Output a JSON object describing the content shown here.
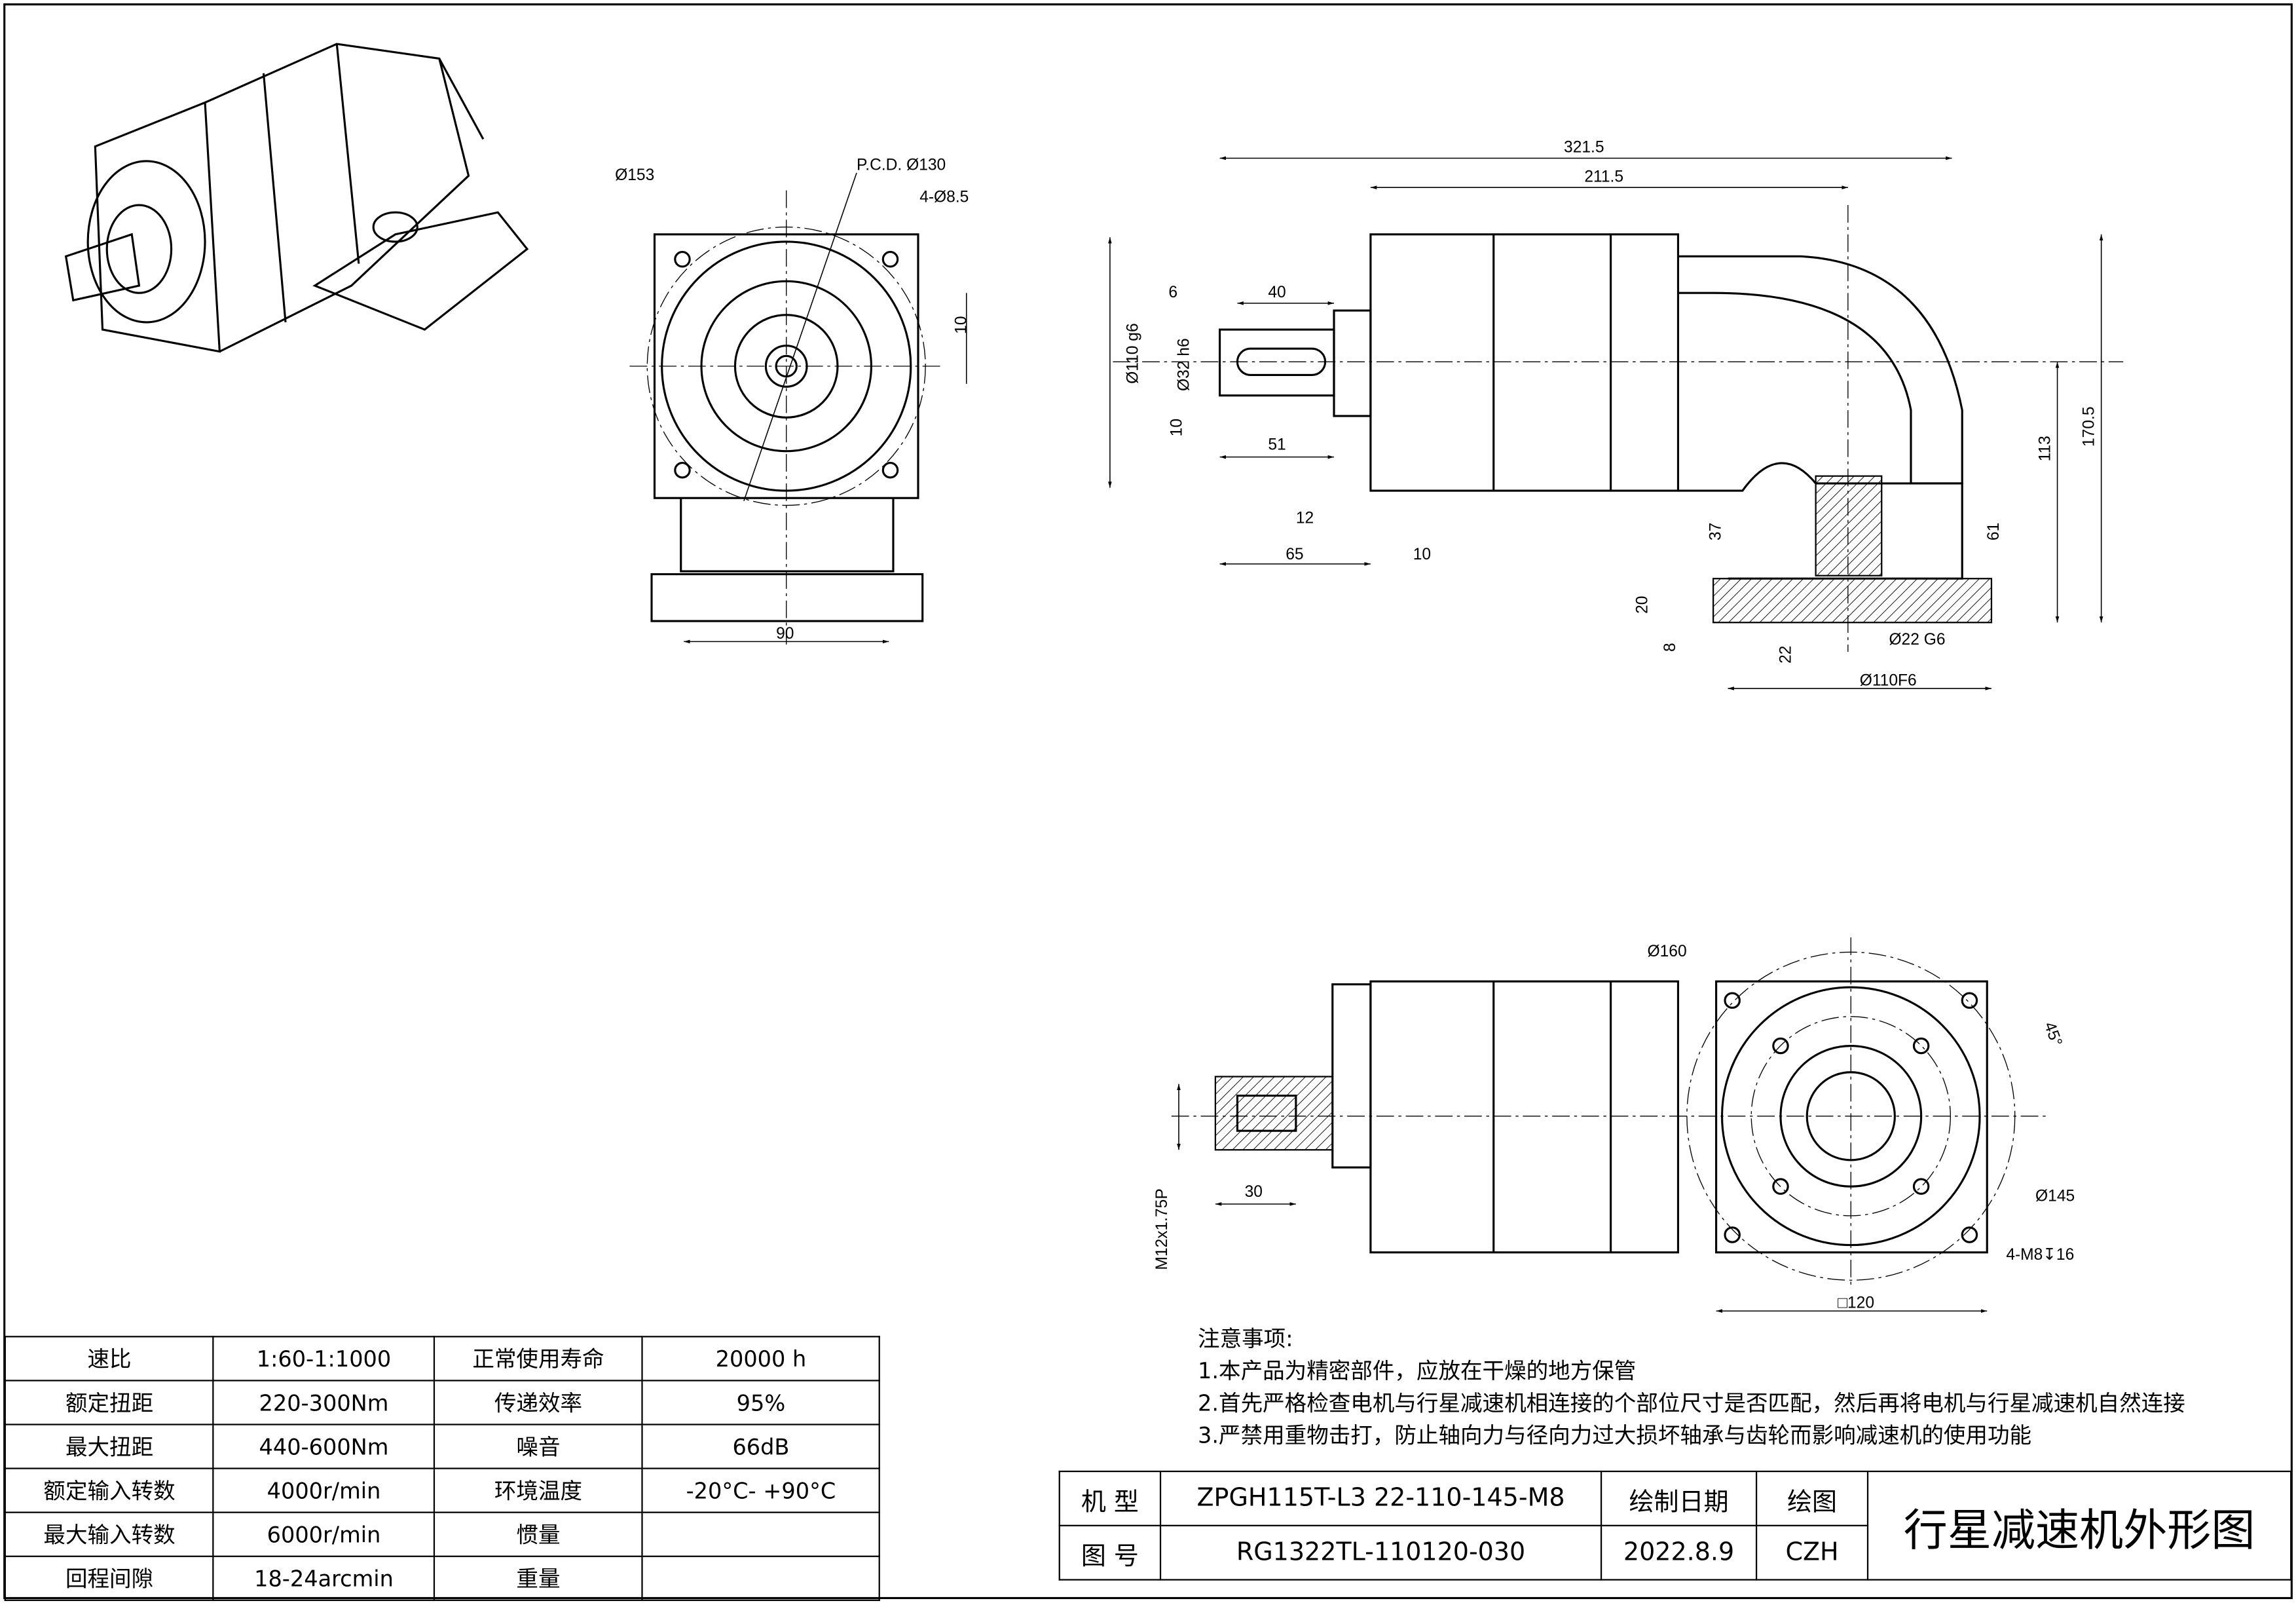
{
  "dimensions": {
    "front": {
      "d153": "Ø153",
      "pcd": "P.C.D. Ø130",
      "holes": "4-Ø8.5",
      "key": "10",
      "base": "90"
    },
    "side": {
      "total": "321.5",
      "body": "211.5",
      "s6": "6",
      "s40": "40",
      "d110": "Ø110 g6",
      "d32": "Ø32 h6",
      "k10": "10",
      "s51": "51",
      "s12": "12",
      "s65": "65",
      "s10": "10",
      "h113": "113",
      "h170": "170.5",
      "h37": "37",
      "h61": "61",
      "h20": "20",
      "h8": "8",
      "w22": "22",
      "d22": "Ø22 G6",
      "d110f": "Ø110F6"
    },
    "bottom": {
      "d160": "Ø160",
      "angle": "45°",
      "thread": "M12x1.75P",
      "s30": "30",
      "d145": "Ø145",
      "tap": "4-M8↧16",
      "sq": "□120"
    }
  },
  "spec_table": [
    [
      "速比",
      "1:60-1:1000",
      "正常使用寿命",
      "20000 h"
    ],
    [
      "额定扭距",
      "220-300Nm",
      "传递效率",
      "95%"
    ],
    [
      "最大扭距",
      "440-600Nm",
      "噪音",
      "66dB"
    ],
    [
      "额定输入转数",
      "4000r/min",
      "环境温度",
      "-20°C- +90°C"
    ],
    [
      "最大输入转数",
      "6000r/min",
      "惯量",
      ""
    ],
    [
      "回程间隙",
      "18-24arcmin",
      "重量",
      ""
    ]
  ],
  "notes": {
    "heading": "注意事项:",
    "items": [
      "1.本产品为精密部件，应放在干燥的地方保管",
      "2.首先严格检查电机与行星减速机相连接的个部位尺寸是否匹配，然后再将电机与行星减速机自然连接",
      "3.严禁用重物击打，防止轴向力与径向力过大损坏轴承与齿轮而影响减速机的使用功能"
    ]
  },
  "title_block": {
    "model_label": "机 型",
    "model": "ZPGH115T-L3 22-110-145-M8",
    "date_label": "绘制日期",
    "drawer_label": "绘图",
    "drawing_no_label": "图 号",
    "drawing_no": "RG1322TL-110120-030",
    "date": "2022.8.9",
    "drawer": "CZH",
    "title": "行星减速机外形图"
  }
}
